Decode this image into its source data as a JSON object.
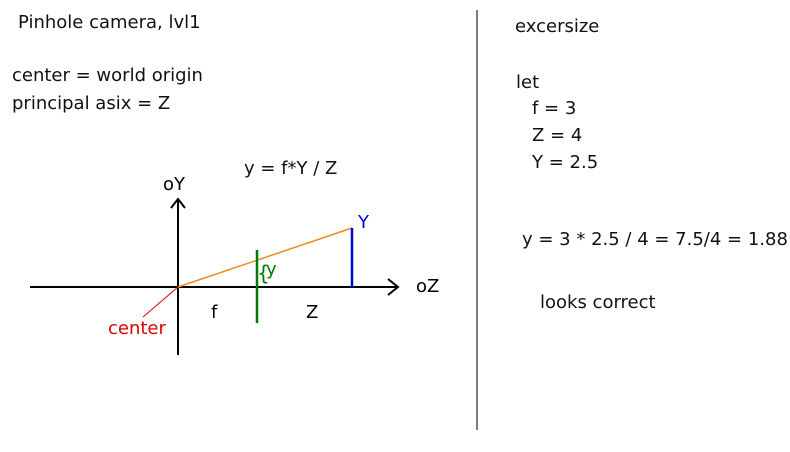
{
  "left": {
    "title": "Pinhole camera, lvl1",
    "line1": "center = world origin",
    "line2": "principal asix = Z",
    "formula": "y = f*Y / Z"
  },
  "diagram": {
    "axis_y_label": "oY",
    "axis_z_label": "oZ",
    "center_label": "center",
    "f_label": "f",
    "z_label": "Z",
    "big_y_label": "Y",
    "small_y_label": "y",
    "brace_glyph": "{",
    "colors": {
      "axis": "#000000",
      "ray": "#f08a1c",
      "object": "#0000e0",
      "image_plane": "#007a00",
      "center": "#e00000"
    }
  },
  "right": {
    "title": "excersize",
    "let_label": "let",
    "vars": [
      "f = 3",
      "Z = 4",
      "Y = 2.5"
    ],
    "calc": "y = 3 * 2.5 / 4 = 7.5/4 = 1.88",
    "conclusion": "looks correct"
  }
}
